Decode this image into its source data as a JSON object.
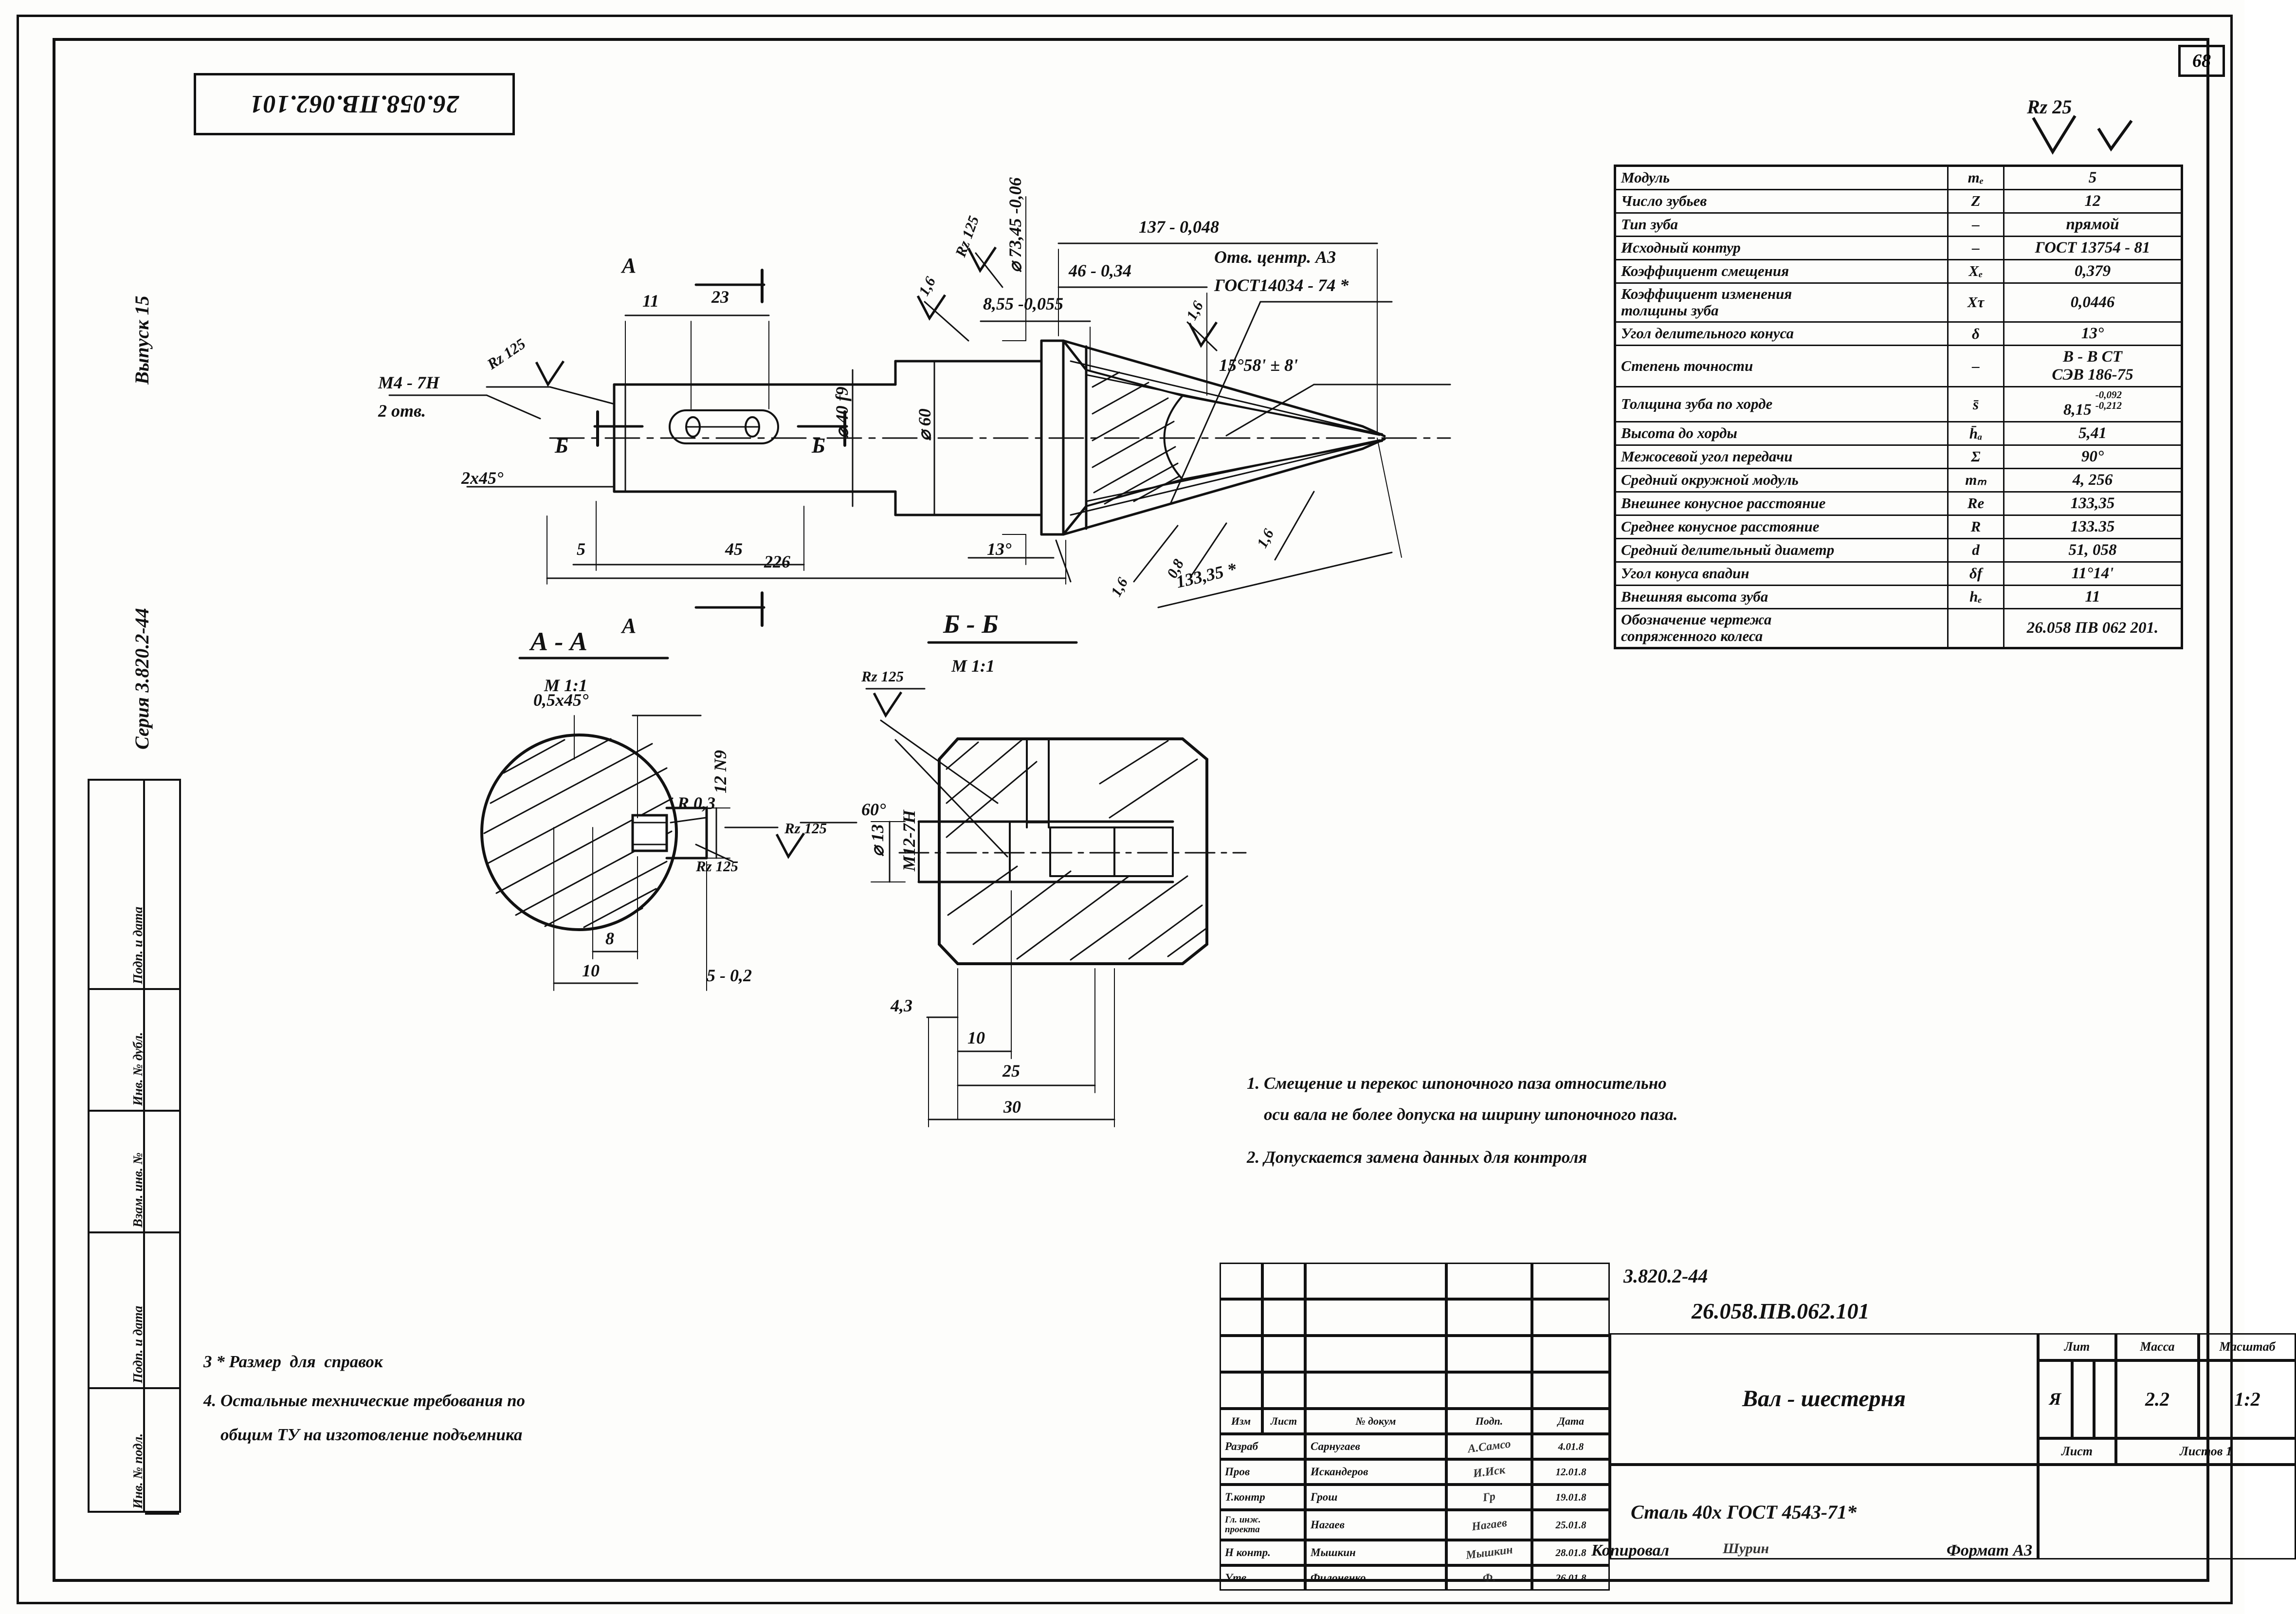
{
  "sheet": {
    "page_number": "68",
    "drawing_number_top_left": "26.058.ПВ.062.101",
    "series_vertical": "Серия 3.820.2-44",
    "issue_vertical": "Выпуск 15",
    "format_label": "Формат А3",
    "copied_label": "Копировал",
    "copied_signature": "Шурин",
    "general_roughness": "Rz 25",
    "general_roughness_paren": "✓"
  },
  "margin_labels": [
    "Подп. и дата",
    "Инв. № дубл.",
    "Взам. инв. №",
    "Подп. и дата",
    "Инв. № подл."
  ],
  "main_view": {
    "title_rz_left": "Rz 125",
    "thread_callout_line1": "М4 - 7Н",
    "thread_callout_line2": "2 отв.",
    "chamfer_2x45": "2х45°",
    "dim_5": "5",
    "dim_11": "11",
    "dim_23": "23",
    "dim_45": "45",
    "dim_226": "226",
    "dim_shaft_d40": "⌀ 40 f9",
    "dim_d60": "⌀ 60",
    "dim_d7345": "⌀ 73,45 -0,06",
    "dim_137": "137 - 0,048",
    "dim_46": "46 - 0,34",
    "dim_855": "8,55 -0,055",
    "dim_13345": "133,35 *",
    "angle_13": "13°",
    "angle_155808": "15°58' ± 8'",
    "center_hole_line1": "Отв. центр. А3",
    "center_hole_line2": "ГОСТ14034 - 74 *",
    "rough_16_a": "1,6",
    "rough_16_b": "1,6",
    "rough_16_c": "1,6",
    "rough_08": "0,8",
    "rough_rz125_top": "Rz 125",
    "section_mark_a": "А",
    "section_mark_b": "Б"
  },
  "section_aa": {
    "title": "А - А",
    "scale": "М 1:1",
    "chamfer": "0,5х45°",
    "keyway_width": "12 N9",
    "radius": "R 0,3",
    "rough_rz125_a": "Rz 125",
    "rough_rz125_b": "Rz 125",
    "angle_60": "60°",
    "dim_8": "8",
    "dim_10": "10",
    "dim_5_02": "5 - 0,2"
  },
  "section_bb": {
    "title": "Б - Б",
    "scale": "М 1:1",
    "rough_rz125": "Rz 125",
    "dim_d13": "⌀ 13",
    "thread": "М12-7Н",
    "dim_43": "4,3",
    "dim_10": "10",
    "dim_25": "25",
    "dim_30": "30"
  },
  "param_table": {
    "rows": [
      {
        "name": "Модуль",
        "sym": "mₑ",
        "val": "5"
      },
      {
        "name": "Число зубьев",
        "sym": "Z",
        "val": "12"
      },
      {
        "name": "Тип зуба",
        "sym": "–",
        "val": "прямой"
      },
      {
        "name": "Исходный контур",
        "sym": "–",
        "val": "ГОСТ 13754 - 81"
      },
      {
        "name": "Коэффициент смещения",
        "sym": "Xₑ",
        "val": "0,379"
      },
      {
        "name": "Коэффициент изменения\nтолщины зуба",
        "sym": "Xτ",
        "val": "0,0446"
      },
      {
        "name": "Угол делительного конуса",
        "sym": "δ",
        "val": "13°"
      },
      {
        "name": "Степень точности",
        "sym": "–",
        "val": "В - В СТ\nСЭВ 186-75"
      },
      {
        "name": "Толщина зуба по хорде",
        "sym": "s̄",
        "val": "8,15",
        "tol_up": "-0,092",
        "tol_dn": "-0,212"
      },
      {
        "name": "Высота до хорды",
        "sym": "h̄ₐ",
        "val": "5,41"
      },
      {
        "name": "Межосевой угол передачи",
        "sym": "Σ",
        "val": "90°"
      },
      {
        "name": "Средний окружной модуль",
        "sym": "mₘ",
        "val": "4, 256"
      },
      {
        "name": "Внешнее конусное расстояние",
        "sym": "Rе",
        "val": "133,35"
      },
      {
        "name": "Среднее конусное расстояние",
        "sym": "R",
        "val": "133.35"
      },
      {
        "name": "Средний делительный диаметр",
        "sym": "d",
        "val": "51, 058"
      },
      {
        "name": "Угол конуса впадин",
        "sym": "δf",
        "val": "11°14'"
      },
      {
        "name": "Внешняя высота зуба",
        "sym": "hₑ",
        "val": "11"
      },
      {
        "name": "Обозначение чертежа\nсопряженного колеса",
        "sym": "",
        "val": "26.058 ПВ 062 201."
      }
    ]
  },
  "notes_right": [
    "1. Смещение и перекос шпоночного паза относительно",
    "    оси вала не более допуска на ширину шпоночного паза.",
    "2. Допускается замена данных для контроля"
  ],
  "notes_left": [
    "3 * Размер  для  справок",
    "4. Остальные технические требования по",
    "    общим ТУ на изготовление подъемника"
  ],
  "title_block": {
    "series_code": "3.820.2-44",
    "drawing_code": "26.058.ПВ.062.101",
    "part_name": "Вал - шестерня",
    "material": "Сталь 40х ГОСТ 4543-71*",
    "lit_header": "Лит",
    "mass_header": "Масса",
    "scale_header": "Масштаб",
    "lit_value": "Я",
    "mass_value": "2.2",
    "scale_value": "1:2",
    "sheet_header": "Лист",
    "sheets_header": "Листов 1",
    "col_headers": [
      "Изм",
      "Лист",
      "№ докум",
      "Подп.",
      "Дата"
    ],
    "rows": [
      {
        "role": "Разраб",
        "name": "Сарнугаев",
        "sign": "А.Самсо",
        "date": "4.01.8"
      },
      {
        "role": "Пров",
        "name": "Искандеров",
        "sign": "И.Иск",
        "date": "12.01.8"
      },
      {
        "role": "Т.контр",
        "name": "Грош",
        "sign": "Гр",
        "date": "19.01.8"
      },
      {
        "role": "Гл. инж.\nпроекта",
        "name": "Нагаев",
        "sign": "Нагаев",
        "date": "25.01.8"
      },
      {
        "role": "Н контр.",
        "name": "Мышкин",
        "sign": "Мышкин",
        "date": "28.01.8"
      },
      {
        "role": "Утв.",
        "name": "Филоненко",
        "sign": "Ф.",
        "date": "26.01.8"
      }
    ]
  }
}
